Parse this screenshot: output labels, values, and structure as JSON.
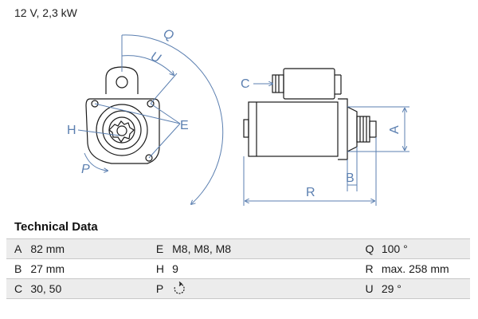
{
  "header": {
    "spec": "12 V, 2,3 kW"
  },
  "diagram": {
    "labels": {
      "A": "A",
      "B": "B",
      "C": "C",
      "E": "E",
      "H": "H",
      "P": "P",
      "Q": "Q",
      "R": "R",
      "U": "U"
    },
    "colors": {
      "line": "#1a1a1a",
      "dimension": "#5b7fb0"
    }
  },
  "table": {
    "title": "Technical Data",
    "rows": [
      [
        {
          "k": "A",
          "v": "82 mm"
        },
        {
          "k": "E",
          "v": "M8, M8, M8"
        },
        {
          "k": "Q",
          "v": "100 °"
        }
      ],
      [
        {
          "k": "B",
          "v": "27 mm"
        },
        {
          "k": "H",
          "v": "9"
        },
        {
          "k": "R",
          "v": "max. 258 mm"
        }
      ],
      [
        {
          "k": "C",
          "v": "30, 50"
        },
        {
          "k": "P",
          "v": "",
          "icon": "rotation-clockwise-icon"
        },
        {
          "k": "U",
          "v": "29 °"
        }
      ]
    ]
  }
}
